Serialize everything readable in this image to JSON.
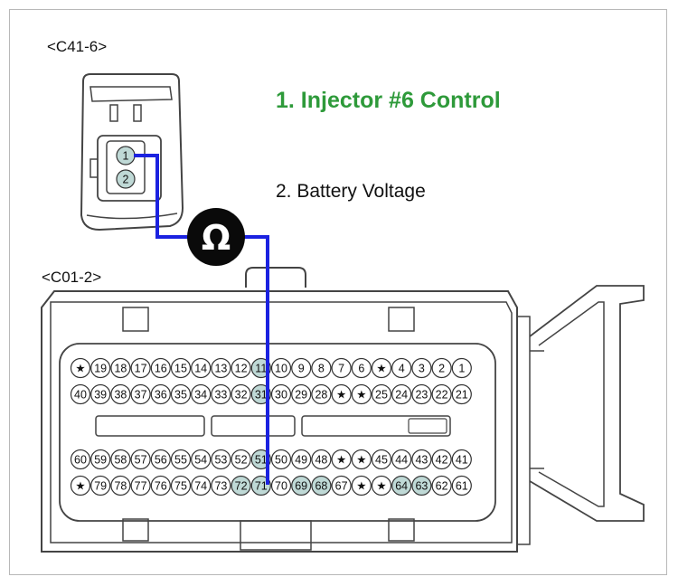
{
  "connectors": {
    "c41": {
      "label": "<C41-6>",
      "pins": [
        "1",
        "2"
      ]
    },
    "c01": {
      "label": "<C01-2>",
      "rows": [
        [
          "★",
          "19",
          "18",
          "17",
          "16",
          "15",
          "14",
          "13",
          "12",
          "11",
          "10",
          "9",
          "8",
          "7",
          "6",
          "★",
          "4",
          "3",
          "2",
          "1"
        ],
        [
          "40",
          "39",
          "38",
          "37",
          "36",
          "35",
          "34",
          "33",
          "32",
          "31",
          "30",
          "29",
          "28",
          "★",
          "★",
          "25",
          "24",
          "23",
          "22",
          "21"
        ],
        [
          "60",
          "59",
          "58",
          "57",
          "56",
          "55",
          "54",
          "53",
          "52",
          "51",
          "50",
          "49",
          "48",
          "★",
          "★",
          "45",
          "44",
          "43",
          "42",
          "41"
        ],
        [
          "★",
          "79",
          "78",
          "77",
          "76",
          "75",
          "74",
          "73",
          "72",
          "71",
          "70",
          "69",
          "68",
          "67",
          "★",
          "★",
          "64",
          "63",
          "62",
          "61"
        ]
      ],
      "highlighted_pins": [
        "71",
        "72",
        "69",
        "68",
        "64",
        "63",
        "11",
        "31",
        "51"
      ]
    }
  },
  "legend": {
    "item1": "1. Injector #6 Control",
    "item2": "2. Battery Voltage"
  },
  "meter": {
    "symbol": "Ω"
  },
  "colors": {
    "probe_wire": "#1b22e0",
    "legend_highlight": "#2e9a3a",
    "pin_fill": "#bfd9d6"
  }
}
